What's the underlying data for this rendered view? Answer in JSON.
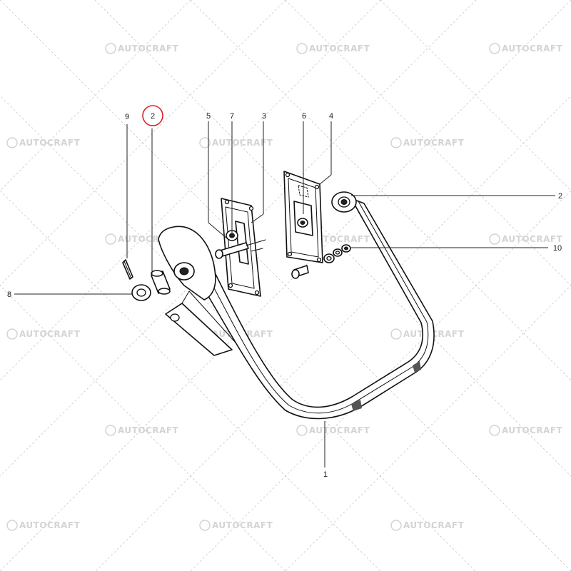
{
  "watermark": {
    "text": "AUTOCRAFT",
    "color": "#d4d4d4"
  },
  "callouts": {
    "c1": "1",
    "c2_circled": "2",
    "c2_right": "2",
    "c3": "3",
    "c4": "4",
    "c5": "5",
    "c6": "6",
    "c7": "7",
    "c8": "8",
    "c9": "9",
    "c10": "10"
  },
  "highlight_color": "#e02020"
}
